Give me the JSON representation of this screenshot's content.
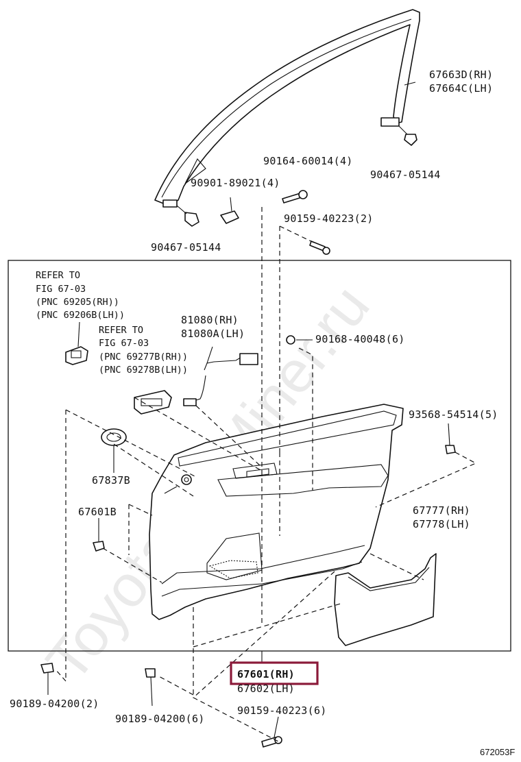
{
  "watermark": "ToyotaCarMiner.ru",
  "figure_id": "672053F",
  "highlight_color": "#8b1a3a",
  "labels": {
    "p67663": "67663D(RH)",
    "p67664": "67664C(LH)",
    "p90467_top": "90467-05144",
    "p90164": "90164-60014(4)",
    "p90901": "90901-89021(4)",
    "p90159_top": "90159-40223(2)",
    "p90467_left": "90467-05144",
    "refer1_l1": "REFER TO",
    "refer1_l2": "FIG 67-03",
    "refer1_l3": "(PNC 69205(RH))",
    "refer1_l4": "(PNC 69206B(LH))",
    "p81080": "81080(RH)",
    "p81080a": "81080A(LH)",
    "refer2_l1": "REFER TO",
    "refer2_l2": "FIG 67-03",
    "refer2_l3": "(PNC 69277B(RH))",
    "refer2_l4": "(PNC 69278B(LH))",
    "p90168": "90168-40048(6)",
    "p93568": "93568-54514(5)",
    "p67837": "67837B",
    "p67601b": "67601B",
    "p67777": "67777(RH)",
    "p67778": "67778(LH)",
    "p67601": "67601(RH)",
    "p67602": "67602(LH)",
    "p90189_l": "90189-04200(2)",
    "p90189_r": "90189-04200(6)",
    "p90159_bot": "90159-40223(6)"
  }
}
